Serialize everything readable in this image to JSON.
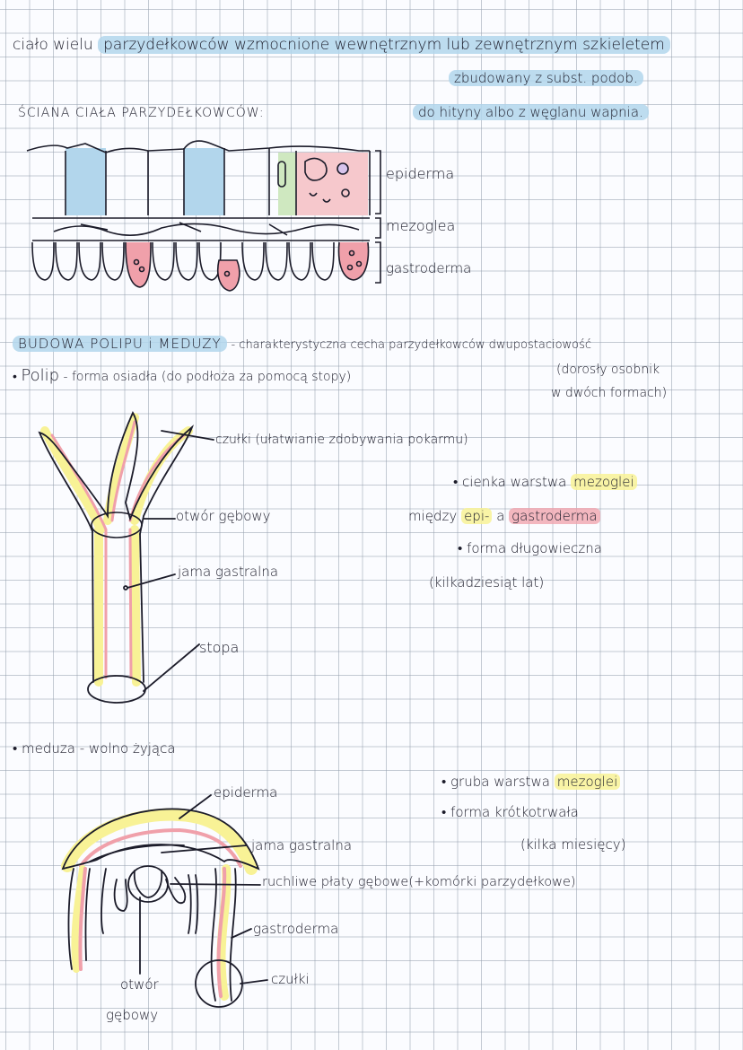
{
  "intro": {
    "line1_a": "ciało wielu",
    "line1_b": "parzydełkowców wzmocnione wewnętrznym lub zewnętrznym szkieletem",
    "line2": "zbudowany z subst. podob.",
    "line3": "do hityny albo z węglanu wapnia."
  },
  "wall": {
    "heading": "ŚCIANA CIAŁA PARZYDEŁKOWCÓW:",
    "labels": [
      "epiderma",
      "mezoglea",
      "gastroderma"
    ]
  },
  "section": {
    "title": "BUDOWA POLIPU i MEDUZY",
    "subtitle": "- charakterystyczna cecha parzydełkowców dwupostaciowość",
    "note_line1": "(dorosły osobnik",
    "note_line2": "w dwóch formach)"
  },
  "polyp": {
    "header_name": "Polip",
    "header_rest": "- forma osiadła (do podłoża za pomocą stopy)",
    "labels": {
      "tentacles": "czułki (ułatwianie zdobywania pokarmu)",
      "mouth": "otwór gębowy",
      "cavity": "jama gastralna",
      "foot": "stopa"
    },
    "notes": {
      "n1_pre": "cienka warstwa",
      "n1_hl": "mezoglei",
      "n2_pre": "między",
      "n2_epi": "epi-",
      "n2_a": "a",
      "n2_gastro": "gastroderma",
      "n3": "forma długowieczna",
      "n4": "(kilkadziesiąt lat)"
    }
  },
  "medusa": {
    "header": "meduza - wolno żyjąca",
    "labels": {
      "epiderma": "epiderma",
      "cavity": "jama gastralna",
      "lobes": "ruchliwe płaty gębowe(+komórki parzydełkowe)",
      "gastroderma": "gastroderma",
      "tentacles": "czułki",
      "mouth1": "otwór",
      "mouth2": "gębowy"
    },
    "notes": {
      "n1_pre": "gruba warstwa",
      "n1_hl": "mezoglei",
      "n2": "forma krótkotrwała",
      "n3": "(kilka miesięcy)"
    }
  },
  "colors": {
    "blue": "#b2d6ec",
    "pink": "#f0a0aa",
    "yellow": "#f8f296",
    "green": "#cfe8c0"
  }
}
